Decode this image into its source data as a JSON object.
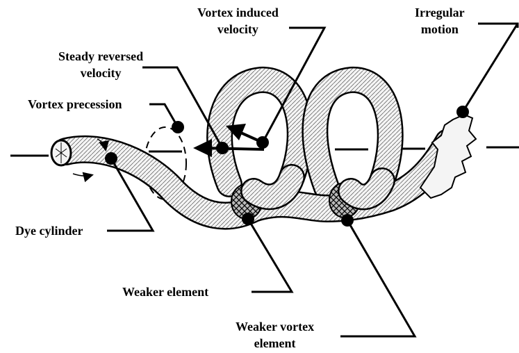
{
  "labels": {
    "vortex_induced_velocity": [
      "Vortex induced",
      "velocity"
    ],
    "irregular_motion": [
      "Irregular",
      "motion"
    ],
    "steady_reversed_velocity": [
      "Steady reversed",
      "velocity"
    ],
    "vortex_precession": "Vortex precession",
    "dye_cylinder": "Dye cylinder",
    "weaker_element": "Weaker element",
    "weaker_vortex_element": [
      "Weaker vortex",
      "element"
    ]
  },
  "colors": {
    "ink": "#000000",
    "tube_fill": "#f4f4f4",
    "background": "#ffffff"
  }
}
